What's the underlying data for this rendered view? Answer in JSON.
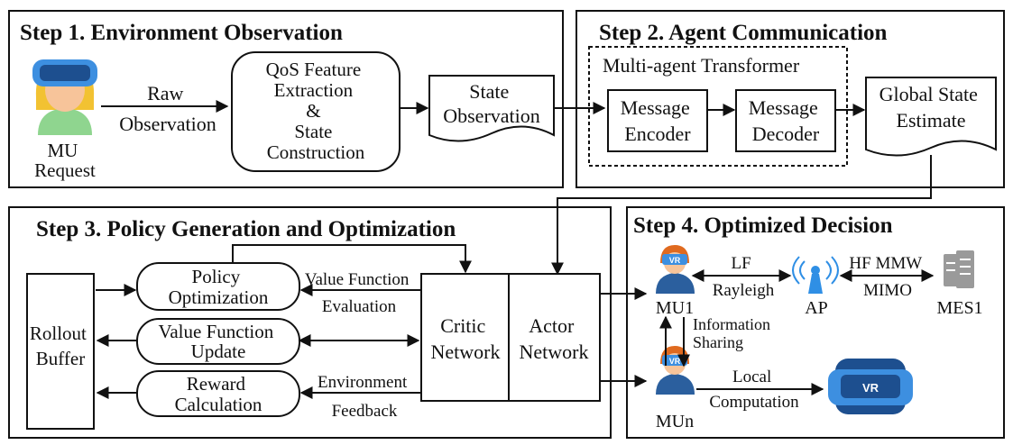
{
  "steps": {
    "step1": "Step 1. Environment Observation",
    "step2": "Step 2. Agent Communication",
    "step3": "Step 3.  Policy Generation and Optimization",
    "step4": "Step 4. Optimized Decision"
  },
  "step1": {
    "mu_request": [
      "MU",
      "Request"
    ],
    "raw_obs": [
      "Raw",
      "Observation"
    ],
    "qos": [
      "QoS Feature",
      "Extraction",
      "&",
      "State",
      "Construction"
    ],
    "state_obs": [
      "State",
      "Observation"
    ]
  },
  "step2": {
    "transformer": "Multi-agent Transformer",
    "encoder": [
      "Message",
      "Encoder"
    ],
    "decoder": [
      "Message",
      "Decoder"
    ],
    "global_state": [
      "Global State",
      "Estimate"
    ]
  },
  "step3": {
    "rollout": [
      "Rollout",
      "Buffer"
    ],
    "policy_opt": [
      "Policy",
      "Optimization"
    ],
    "vf_update": [
      "Value Function",
      "Update"
    ],
    "reward": [
      "Reward",
      "Calculation"
    ],
    "vf_eval": [
      "Value Function",
      "Evaluation"
    ],
    "env_feedback": [
      "Environment",
      "Feedback"
    ],
    "critic": [
      "Critic",
      "Network"
    ],
    "actor": [
      "Actor",
      "Network"
    ]
  },
  "step4": {
    "mu1": "MU1",
    "mun": "MUn",
    "ap": "AP",
    "mes1": "MES1",
    "lf": [
      "LF",
      "Rayleigh"
    ],
    "hf": [
      "HF MMW",
      "MIMO"
    ],
    "info_sharing": [
      "Information",
      "Sharing"
    ],
    "local": [
      "Local",
      "Computation"
    ],
    "vr_label": "VR"
  },
  "colors": {
    "headset": "#3d8fe0",
    "headset_dark": "#1d4f8f",
    "face": "#f7c49a",
    "hair": "#f2c232",
    "shirt": "#8fd58f",
    "mu_shirt": "#2b5f9e",
    "mu_hair": "#e06a1f",
    "server": "#9a9a9a",
    "antenna": "#2f8fe5"
  }
}
